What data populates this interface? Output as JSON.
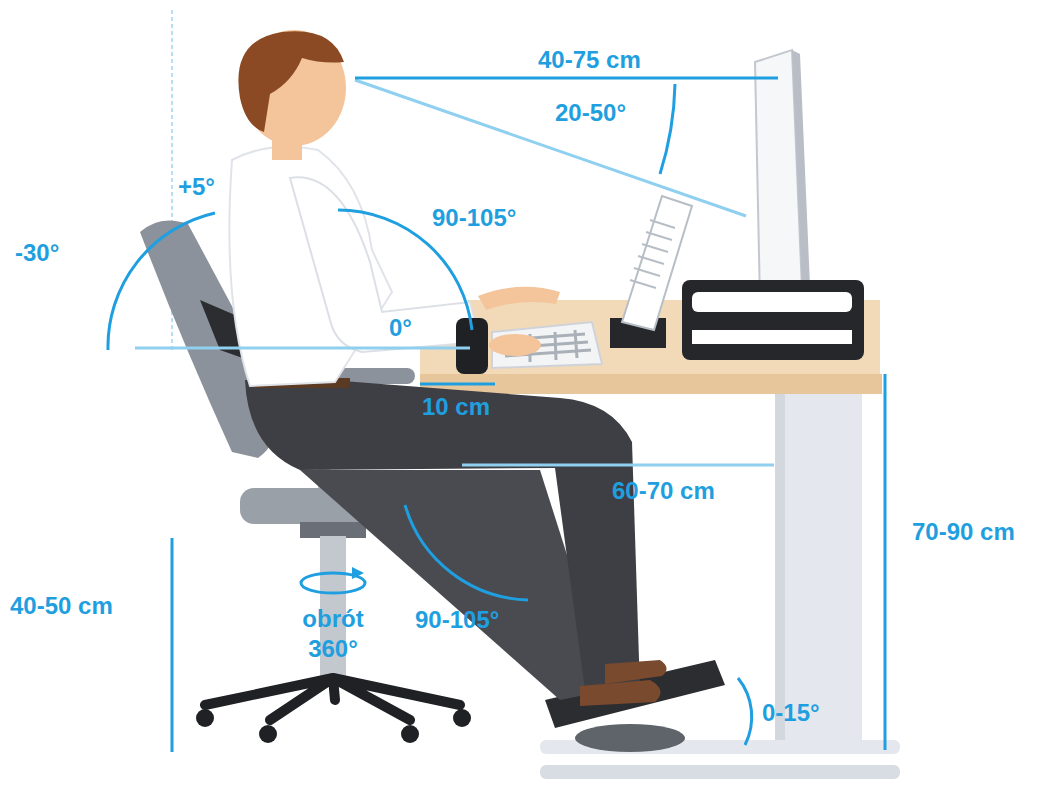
{
  "diagram": {
    "labels": [
      "40-75 cm",
      "20-50°",
      "+5°",
      "-30°",
      "90-105°",
      "0°",
      "10 cm",
      "60-70 cm",
      "70-90 cm",
      "40-50 cm",
      "obrót 360°",
      "90-105°",
      "0-15°"
    ]
  }
}
